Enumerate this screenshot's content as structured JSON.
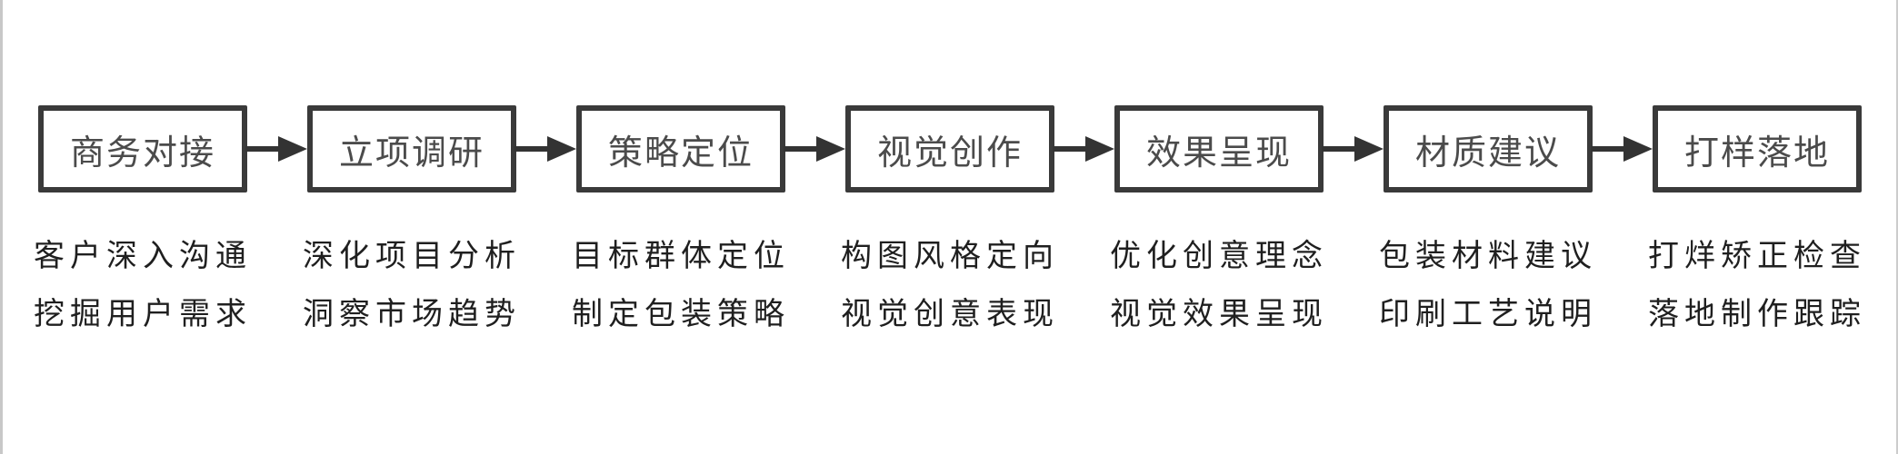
{
  "diagram": {
    "type": "horizontal-flowchart",
    "colors": {
      "background": "#ffffff",
      "box_border": "#3a3a3a",
      "box_title_text": "#4b4b4b",
      "description_text": "#1f1f1f",
      "arrow": "#333333",
      "edge_line": "#c8c8c8"
    },
    "stages": [
      {
        "title": "商务对接",
        "desc1": "客户深入沟通",
        "desc2": "挖掘用户需求"
      },
      {
        "title": "立项调研",
        "desc1": "深化项目分析",
        "desc2": "洞察市场趋势"
      },
      {
        "title": "策略定位",
        "desc1": "目标群体定位",
        "desc2": "制定包装策略"
      },
      {
        "title": "视觉创作",
        "desc1": "构图风格定向",
        "desc2": "视觉创意表现"
      },
      {
        "title": "效果呈现",
        "desc1": "优化创意理念",
        "desc2": "视觉效果呈现"
      },
      {
        "title": "材质建议",
        "desc1": "包装材料建议",
        "desc2": "印刷工艺说明"
      },
      {
        "title": "打样落地",
        "desc1": "打烊矫正检查",
        "desc2": "落地制作跟踪"
      }
    ]
  }
}
